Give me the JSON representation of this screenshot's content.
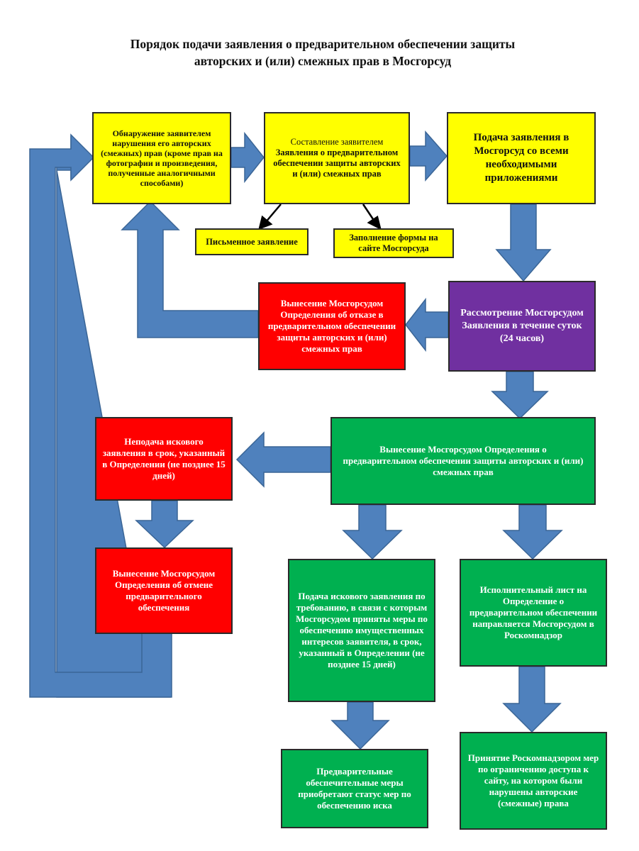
{
  "title": {
    "line1": "Порядок подачи заявления о предварительном обеспечении защиты",
    "line2": "авторских и (или) смежных прав в Мосгорсуд"
  },
  "boxes": {
    "discovery": "Обнаружение заявителем нарушения его авторских (смежных) прав (кроме прав на фотографии и произведения, полученные аналогичными способами)",
    "compose_prefix": "Составление заявителем",
    "compose_bold": "Заявления о предварительном обеспечении защиты авторских и (или) смежных прав",
    "submit": "Подача заявления в Мосгорсуд со всеми необходимыми приложениями",
    "written": "Письменное заявление",
    "online_form": "Заполнение формы на сайте Мосгорсуда",
    "refusal": "Вынесение Мосгорсудом Определения об отказе в предварительном обеспечении защиты авторских и (или) смежных прав",
    "review": "Рассмотрение Мосгорсудом Заявления в течение суток (24 часов)",
    "ruling": "Вынесение Мосгорсудом Определения о предварительном обеспечении защиты авторских и (или) смежных прав",
    "no_claim": "Неподача искового заявления в срок, указанный в Определении (не позднее 15 дней)",
    "cancellation": "Вынесение Мосгорсудом Определения об отмене предварительного обеспечения",
    "claim_filed": "Подача искового заявления по требованию, в связи с которым Мосгорсудом приняты меры по обеспечению имущественных интересов заявителя, в срок, указанный в Определении (не позднее 15 дней)",
    "writ": "Исполнительный лист на Определение о предварительном обеспечении направляется Мосгорсудом в Роскомнадзор",
    "preliminary_measures": "Предварительные обеспечительные меры приобретают статус мер по обеспечению иска",
    "rkn_measures": "Принятие Роскомнадзором мер по ограничению доступа к сайту, на котором были нарушены авторские (смежные) права"
  },
  "colors": {
    "yellow": "#ffff00",
    "red": "#ff0000",
    "purple": "#7030a0",
    "green": "#00b050",
    "arrow_fill": "#4f81bd",
    "arrow_stroke": "#3a6596"
  }
}
